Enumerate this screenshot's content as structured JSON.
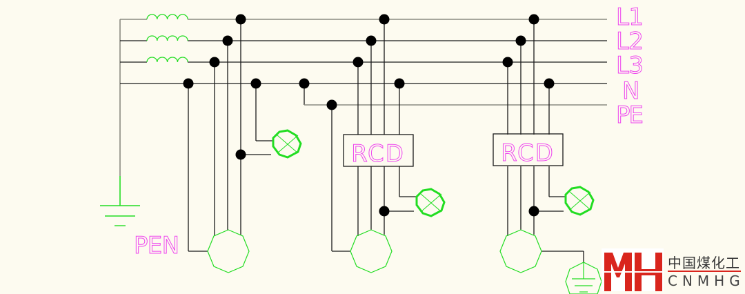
{
  "diagram": {
    "title": "TN-C-S system wiring with RCDs",
    "bus_labels": [
      "L1",
      "L2",
      "L3",
      "N",
      "PE"
    ],
    "pen_label": "PEN",
    "rcd_labels": [
      "RCD",
      "RCD"
    ],
    "colors": {
      "background": "#fdfbf0",
      "wire_black": "#1a1a1a",
      "wire_gray": "#8a8a80",
      "label_magenta": "#ee44ee",
      "symbol_green": "#22dd22",
      "junction": "#000000",
      "logo_red": "#d9251d"
    },
    "components": [
      {
        "type": "transformer-winding",
        "phase": "L1"
      },
      {
        "type": "transformer-winding",
        "phase": "L2"
      },
      {
        "type": "transformer-winding",
        "phase": "L3"
      },
      {
        "type": "earth-ground",
        "name": "source-earth"
      },
      {
        "type": "motor-load",
        "name": "load-1"
      },
      {
        "type": "lamp",
        "name": "lamp-1"
      },
      {
        "type": "rcd",
        "name": "rcd-1"
      },
      {
        "type": "motor-load",
        "name": "load-2"
      },
      {
        "type": "lamp",
        "name": "lamp-2"
      },
      {
        "type": "rcd",
        "name": "rcd-2"
      },
      {
        "type": "motor-load",
        "name": "load-3"
      },
      {
        "type": "lamp",
        "name": "lamp-3"
      },
      {
        "type": "earth-ground",
        "name": "local-earth"
      }
    ]
  },
  "logo": {
    "mark": "MH",
    "chinese": "中国煤化工",
    "english": "CNMHG"
  }
}
